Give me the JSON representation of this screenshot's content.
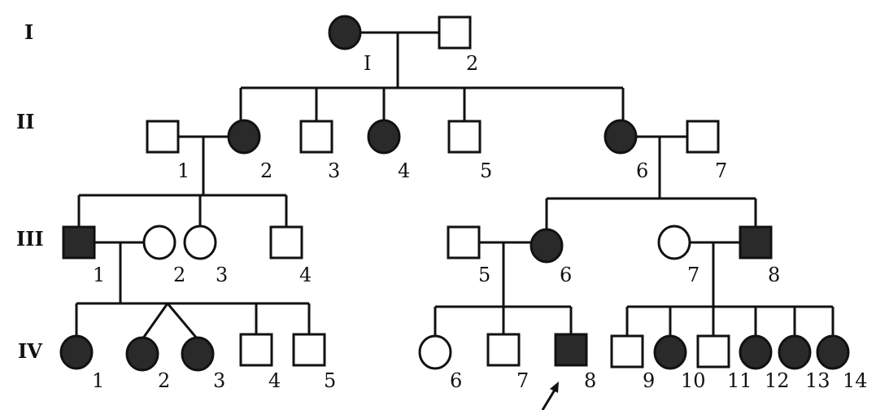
{
  "colors": {
    "stroke": "#111111",
    "affected": "#2a2a2a",
    "unaffected": "#ffffff"
  },
  "generations": [
    {
      "id": "gen-1",
      "label": "I"
    },
    {
      "id": "gen-2",
      "label": "II"
    },
    {
      "id": "gen-3",
      "label": "III"
    },
    {
      "id": "gen-4",
      "label": "IV"
    }
  ],
  "individuals": [
    {
      "id": "I-1",
      "sex": "female",
      "affected": true,
      "label": "I"
    },
    {
      "id": "I-2",
      "sex": "male",
      "affected": false,
      "label": "2"
    },
    {
      "id": "II-1",
      "sex": "male",
      "affected": false,
      "label": "1"
    },
    {
      "id": "II-2",
      "sex": "female",
      "affected": true,
      "label": "2"
    },
    {
      "id": "II-3",
      "sex": "male",
      "affected": false,
      "label": "3"
    },
    {
      "id": "II-4",
      "sex": "female",
      "affected": true,
      "label": "4"
    },
    {
      "id": "II-5",
      "sex": "male",
      "affected": false,
      "label": "5"
    },
    {
      "id": "II-6",
      "sex": "female",
      "affected": true,
      "label": "6"
    },
    {
      "id": "II-7",
      "sex": "male",
      "affected": false,
      "label": "7"
    },
    {
      "id": "III-1",
      "sex": "male",
      "affected": true,
      "label": "1"
    },
    {
      "id": "III-2",
      "sex": "female",
      "affected": false,
      "label": "2"
    },
    {
      "id": "III-3",
      "sex": "female",
      "affected": false,
      "label": "3"
    },
    {
      "id": "III-4",
      "sex": "male",
      "affected": false,
      "label": "4"
    },
    {
      "id": "III-5",
      "sex": "male",
      "affected": false,
      "label": "5"
    },
    {
      "id": "III-6",
      "sex": "female",
      "affected": true,
      "label": "6"
    },
    {
      "id": "III-7",
      "sex": "female",
      "affected": false,
      "label": "7"
    },
    {
      "id": "III-8",
      "sex": "male",
      "affected": true,
      "label": "8"
    },
    {
      "id": "IV-1",
      "sex": "female",
      "affected": true,
      "label": "1"
    },
    {
      "id": "IV-2",
      "sex": "female",
      "affected": true,
      "label": "2"
    },
    {
      "id": "IV-3",
      "sex": "female",
      "affected": true,
      "label": "3"
    },
    {
      "id": "IV-4",
      "sex": "male",
      "affected": false,
      "label": "4"
    },
    {
      "id": "IV-5",
      "sex": "male",
      "affected": false,
      "label": "5"
    },
    {
      "id": "IV-6",
      "sex": "female",
      "affected": false,
      "label": "6"
    },
    {
      "id": "IV-7",
      "sex": "male",
      "affected": false,
      "label": "7"
    },
    {
      "id": "IV-8",
      "sex": "male",
      "affected": true,
      "label": "8"
    },
    {
      "id": "IV-9",
      "sex": "male",
      "affected": false,
      "label": "9"
    },
    {
      "id": "IV-10",
      "sex": "female",
      "affected": true,
      "label": "10"
    },
    {
      "id": "IV-11",
      "sex": "male",
      "affected": false,
      "label": "11"
    },
    {
      "id": "IV-12",
      "sex": "female",
      "affected": true,
      "label": "12"
    },
    {
      "id": "IV-13",
      "sex": "female",
      "affected": true,
      "label": "13"
    },
    {
      "id": "IV-14",
      "sex": "female",
      "affected": true,
      "label": "14"
    }
  ],
  "proband": "IV-8"
}
